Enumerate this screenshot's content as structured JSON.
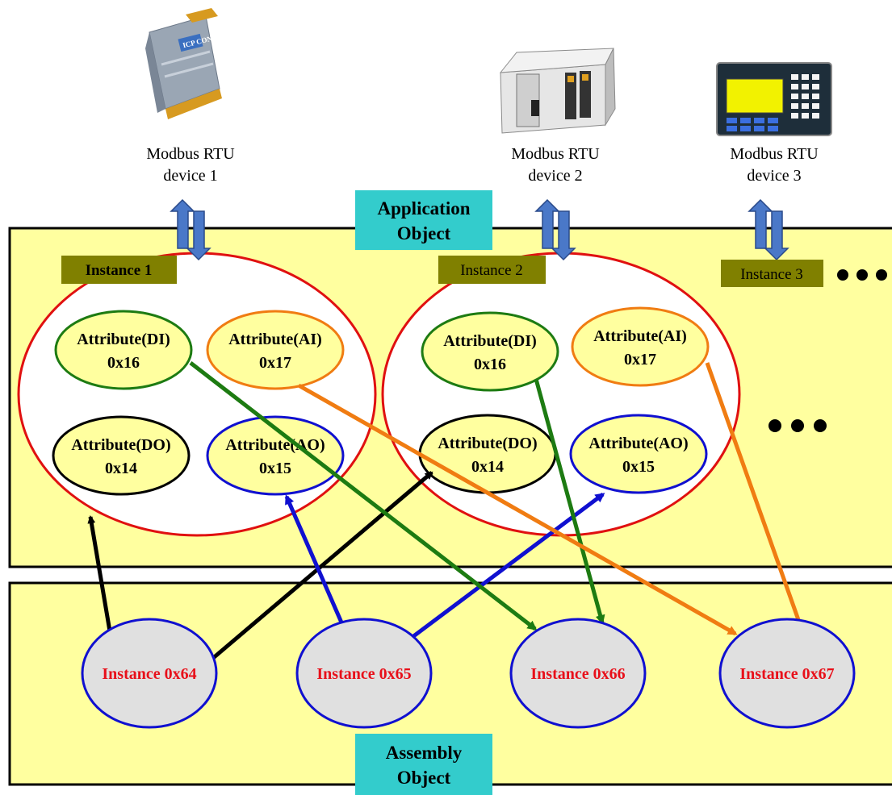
{
  "devices": [
    {
      "line1": "Modbus RTU",
      "line2": "device 1",
      "icon": "io-module-icon"
    },
    {
      "line1": "Modbus RTU",
      "line2": "device 2",
      "icon": "plc-icon"
    },
    {
      "line1": "Modbus RTU",
      "line2": "device 3",
      "icon": "hmi-panel-icon"
    }
  ],
  "application_object": {
    "line1": "Application",
    "line2": "Object"
  },
  "assembly_object": {
    "line1": "Assembly",
    "line2": "Object"
  },
  "module_logo_text": "ICP CON",
  "instances": [
    {
      "label": "Instance 1"
    },
    {
      "label": "Instance 2"
    },
    {
      "label": "Instance 3"
    }
  ],
  "ellipsis": "• • •",
  "attributes": {
    "i1": {
      "di": {
        "name": "Attribute(DI)",
        "code": "0x16"
      },
      "ai": {
        "name": "Attribute(AI)",
        "code": "0x17"
      },
      "do": {
        "name": "Attribute(DO)",
        "code": "0x14"
      },
      "ao": {
        "name": "Attribute(AO)",
        "code": "0x15"
      }
    },
    "i2": {
      "di": {
        "name": "Attribute(DI)",
        "code": "0x16"
      },
      "ai": {
        "name": "Attribute(AI)",
        "code": "0x17"
      },
      "do": {
        "name": "Attribute(DO)",
        "code": "0x14"
      },
      "ao": {
        "name": "Attribute(AO)",
        "code": "0x15"
      }
    }
  },
  "assembly_instances": [
    {
      "label": "Instance 0x64"
    },
    {
      "label": "Instance 0x65"
    },
    {
      "label": "Instance 0x66"
    },
    {
      "label": "Instance 0x67"
    }
  ],
  "colors": {
    "panel_fill": "#ffff9f",
    "title_box": "#33cccc",
    "instance_tag": "#808000",
    "di": "#1d7b12",
    "ai": "#f07c12",
    "do": "#000000",
    "ao": "#1010d0",
    "instance_ring": "#e01010",
    "assembly_fill": "#e0e0e0",
    "assembly_text": "#e8101a",
    "arrow_fill": "#4a78c8"
  }
}
